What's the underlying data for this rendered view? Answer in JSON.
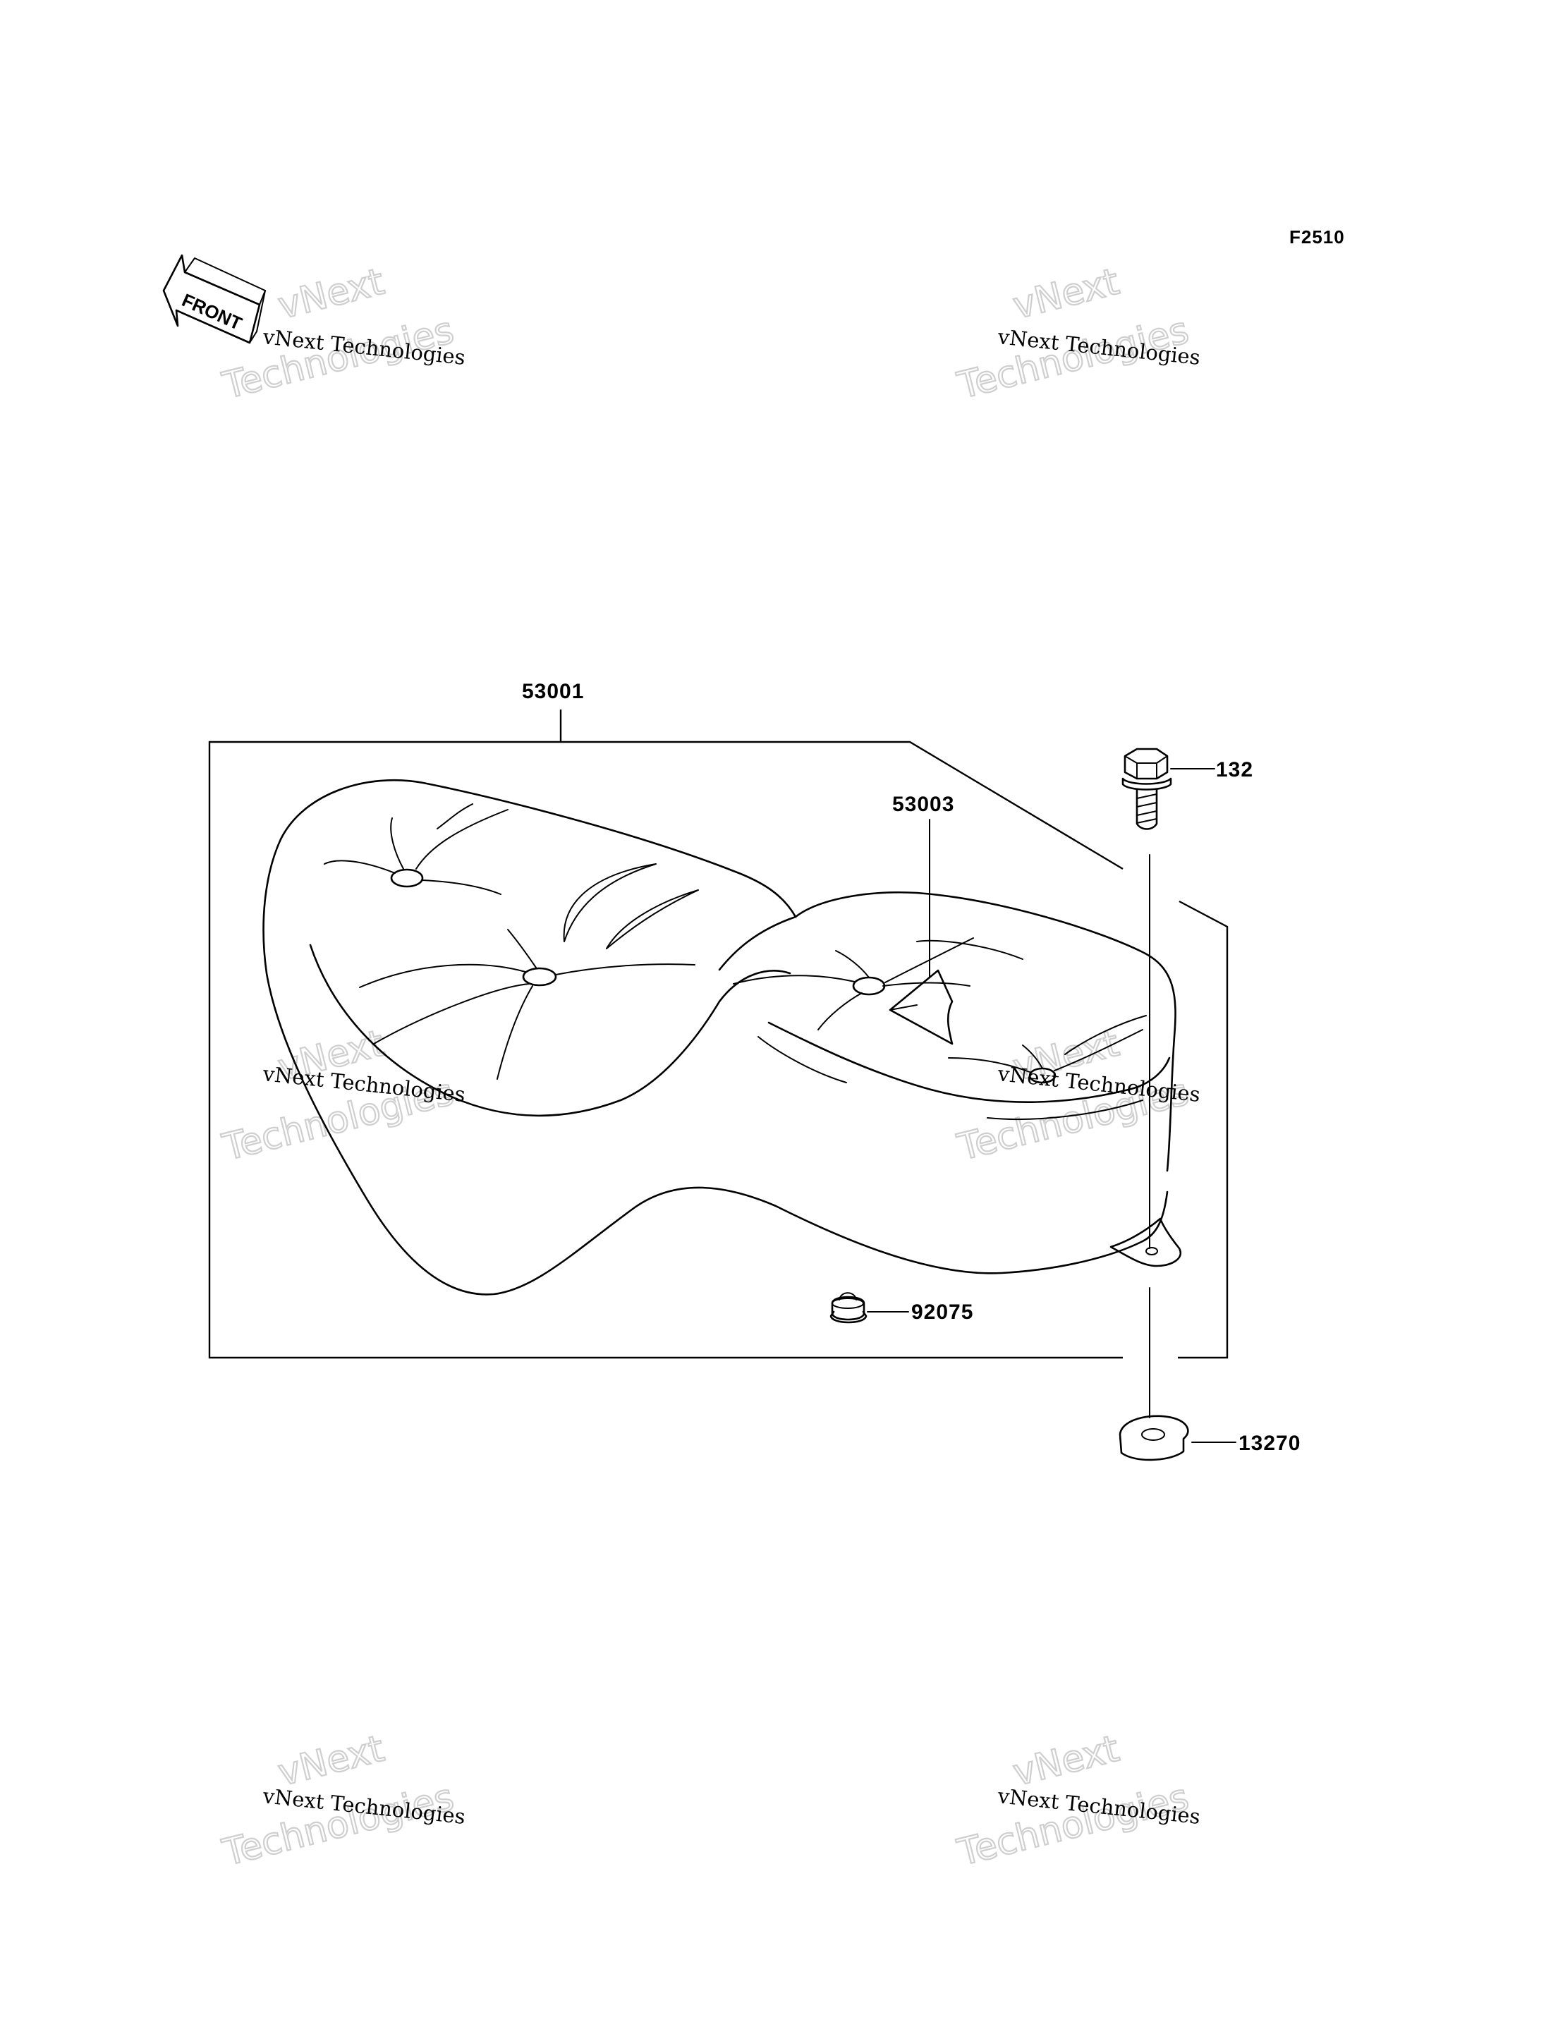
{
  "figure_code": "F2510",
  "front_indicator": {
    "label": "FRONT",
    "icon": "front-arrow-icon"
  },
  "callouts": {
    "seat": "53001",
    "label_decal": "53003",
    "bolt": "132",
    "damper": "92075",
    "collar": "13270"
  },
  "watermark": {
    "brand_top": "vNext",
    "brand_small": "vNext Technologies",
    "brand_bottom": "Technologies"
  },
  "colors": {
    "line": "#000000",
    "watermark_outline": "#cfcfcf",
    "background": "#ffffff"
  }
}
